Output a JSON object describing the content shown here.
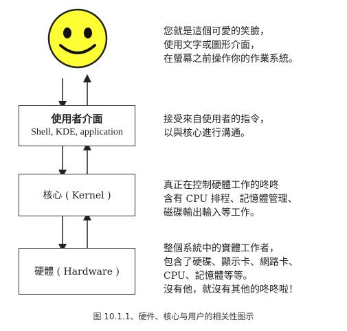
{
  "boxes": {
    "user_interface": {
      "title": "使用者介面",
      "subtitle": "Shell, KDE, application"
    },
    "kernel": {
      "label": "核心 ( Kernel )"
    },
    "hardware": {
      "label": "硬體 ( Hardware )"
    }
  },
  "descriptions": {
    "user": [
      "您就是這個可愛的笑臉，",
      "使用文字或圖形介面，",
      "在螢幕之前操作你的作業系統。"
    ],
    "ui": [
      "接受來自使用者的指令，",
      "以與核心進行溝通。"
    ],
    "kernel": [
      "真正在控制硬體工作的咚咚",
      "含有 CPU 排程、記憶體管理、",
      "磁碟輸出輸入等工作。"
    ],
    "hardware": [
      "整個系統中的實體工作者，",
      "包含了硬碟、顯示卡、網路卡、",
      "CPU、記憶體等等。",
      "沒有他，就沒有其他的咚咚啦！"
    ]
  },
  "caption": "图 10.1.1、硬件、核心与用户的相关性图示",
  "colors": {
    "face": "#ffff33",
    "stroke": "#222222"
  },
  "icons": [
    "smiley-face-icon"
  ]
}
